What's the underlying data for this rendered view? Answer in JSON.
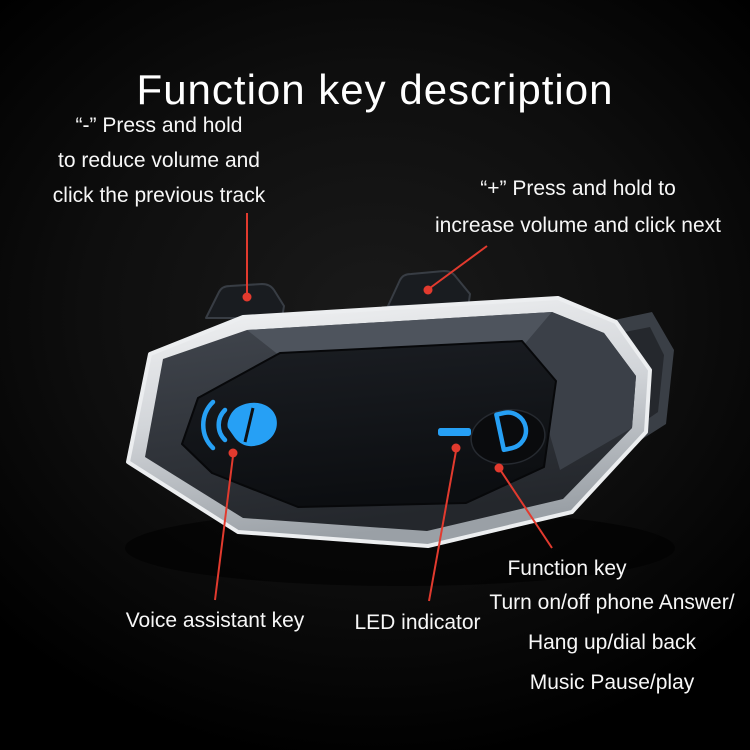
{
  "title": "Function key description",
  "annotations": {
    "minus_key": {
      "lines": [
        "“-” Press and hold",
        "to reduce volume and",
        "click the previous track"
      ]
    },
    "plus_key": {
      "lines": [
        "“+” Press and hold to",
        "increase volume and click next"
      ]
    },
    "voice_key": {
      "label": "Voice assistant key"
    },
    "led_indicator": {
      "label": "LED indicator"
    },
    "function_key": {
      "title": "Function key",
      "lines": [
        "Turn on/off phone Answer/",
        "Hang up/dial back",
        "Music Pause/play"
      ]
    }
  },
  "device": {
    "description": "motorcycle helmet bluetooth intercom headset",
    "icons": {
      "voice": "voice-assistant-icon",
      "led": "led-minus-icon",
      "function": "phone-answer-icon"
    }
  },
  "colors": {
    "background": "#0e0e0e",
    "text": "#ffffff",
    "accent_red": "#e23a2e",
    "icon_blue": "#26a0f5",
    "device_rim_silver": "#d9dcdf",
    "device_body": "#2b2f35",
    "device_panel": "#121418"
  }
}
